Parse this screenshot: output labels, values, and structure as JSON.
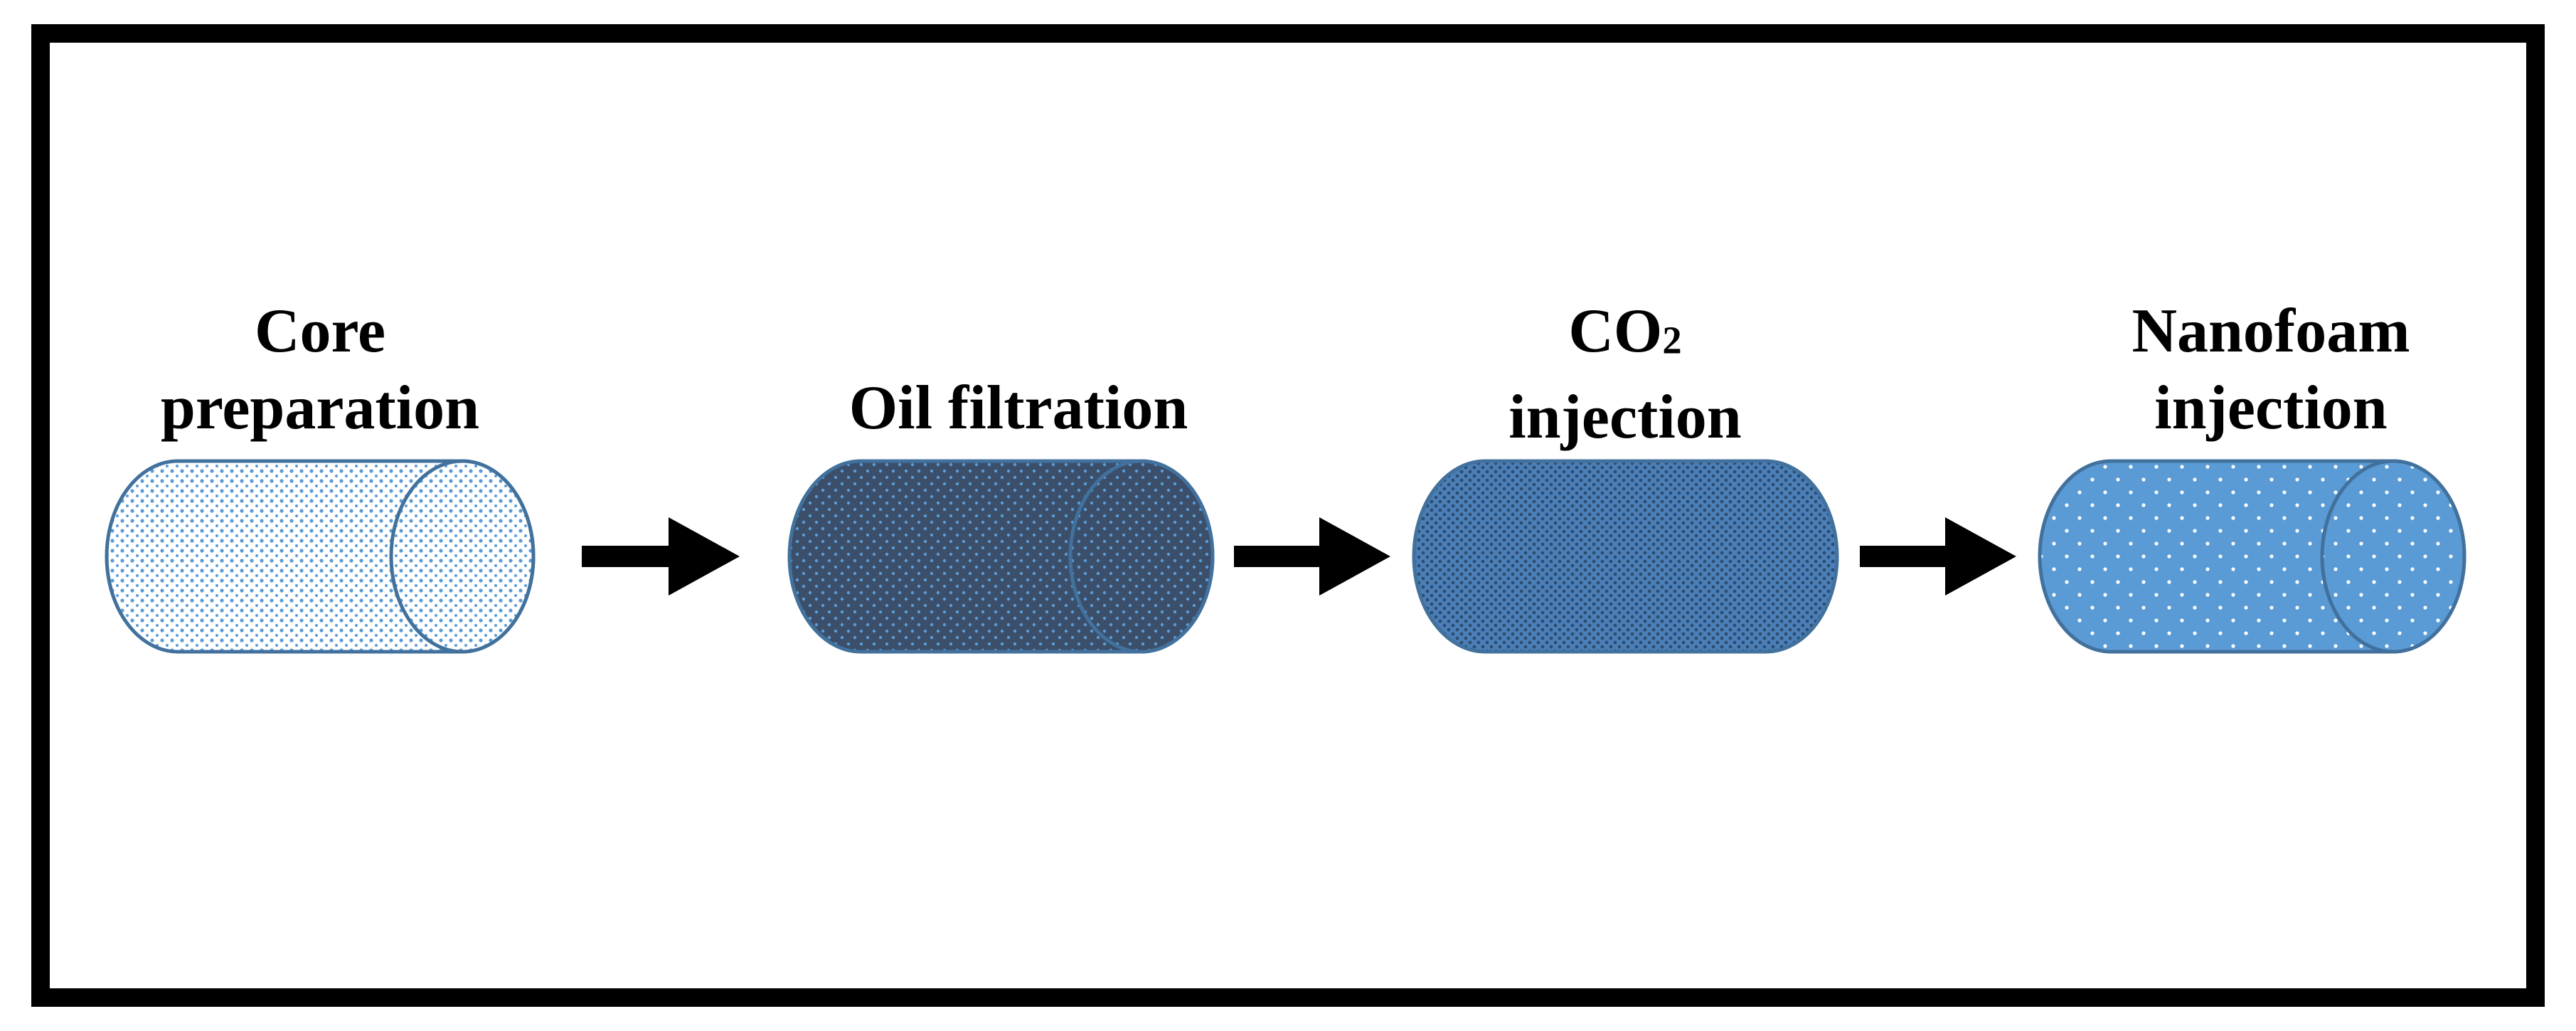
{
  "steps": [
    {
      "line1": "Core",
      "line2": "preparation",
      "color": "#ffffff",
      "dot_color": "#5b9bd5",
      "outline": "#41719c"
    },
    {
      "line1": "",
      "line2": "Oil filtration",
      "color": "#3b4f6b",
      "dot_color": "#5b9bd5",
      "outline": "#41719c"
    },
    {
      "line1": "CO",
      "line1_sub": "2",
      "line2": "injection",
      "color": "#4b7fb8",
      "dot_color": "#2d4c70",
      "outline": "#41719c"
    },
    {
      "line1": "Nanofoam",
      "line2": "injection",
      "color": "#5b9bd5",
      "dot_color": "#ffffff",
      "outline": "#41719c"
    }
  ],
  "colors": {
    "frame": "#000000",
    "arrow": "#000000",
    "background": "#ffffff"
  }
}
